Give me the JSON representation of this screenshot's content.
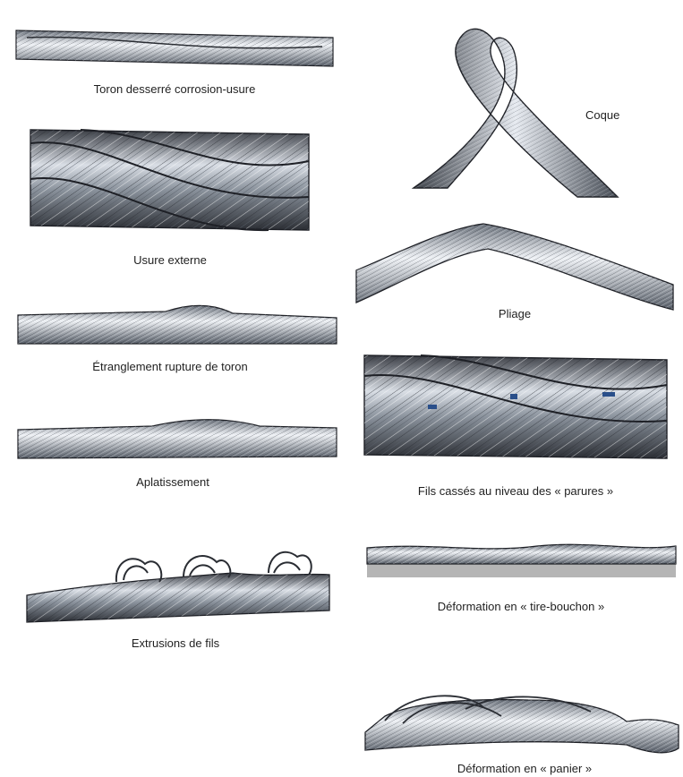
{
  "defects": [
    {
      "id": "loose-strand",
      "label": "Toron desserré corrosion-usure"
    },
    {
      "id": "external-wear",
      "label": "Usure externe"
    },
    {
      "id": "strand-necking",
      "label": "Étranglement rupture de toron"
    },
    {
      "id": "flattening",
      "label": "Aplatissement"
    },
    {
      "id": "wire-extrusion",
      "label": "Extrusions de fils"
    },
    {
      "id": "kink",
      "label": "Coque"
    },
    {
      "id": "bend",
      "label": "Pliage"
    },
    {
      "id": "broken-wires",
      "label": "Fils cassés au niveau des « parures »"
    },
    {
      "id": "corkscrew",
      "label": "Déformation en « tire-bouchon »"
    },
    {
      "id": "birdcage",
      "label": "Déformation en « panier »"
    }
  ],
  "colors": {
    "rope_dark": "#3a3d44",
    "rope_mid": "#8a929c",
    "rope_light": "#e8ecf1",
    "outline": "#1e2026",
    "defect_mark": "#2a4f8a",
    "flat_surface": "#b5b5b5"
  }
}
